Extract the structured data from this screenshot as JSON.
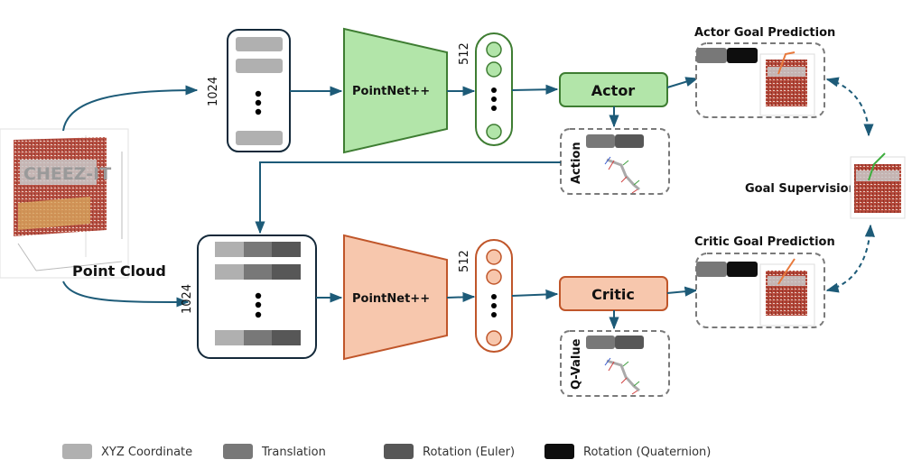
{
  "input": {
    "label": "Point Cloud",
    "brand_text": "CHEEZ-IT"
  },
  "actor_branch": {
    "input_dim": "1024",
    "encoder_label": "PointNet++",
    "feature_dim": "512",
    "head_label": "Actor",
    "output_label": "Action",
    "goal_title": "Actor Goal Prediction"
  },
  "critic_branch": {
    "input_dim": "1024",
    "encoder_label": "PointNet++",
    "feature_dim": "512",
    "head_label": "Critic",
    "output_label": "Q-Value",
    "goal_title": "Critic Goal Prediction"
  },
  "supervision": {
    "label": "Goal Supervision"
  },
  "legend": [
    {
      "label": "XYZ Coordinate",
      "color": "#b0b0b0"
    },
    {
      "label": "Translation",
      "color": "#787878"
    },
    {
      "label": "Rotation (Euler)",
      "color": "#575757"
    },
    {
      "label": "Rotation (Quaternion)",
      "color": "#0e0e0e"
    }
  ],
  "colors": {
    "actor_fill": "#b2e5a9",
    "actor_stroke": "#3e7d32",
    "critic_fill": "#f7c7ad",
    "critic_stroke": "#c0562a",
    "arrow": "#1d5b78",
    "box_stroke": "#14293a",
    "dashed": "#7a7a7a"
  }
}
